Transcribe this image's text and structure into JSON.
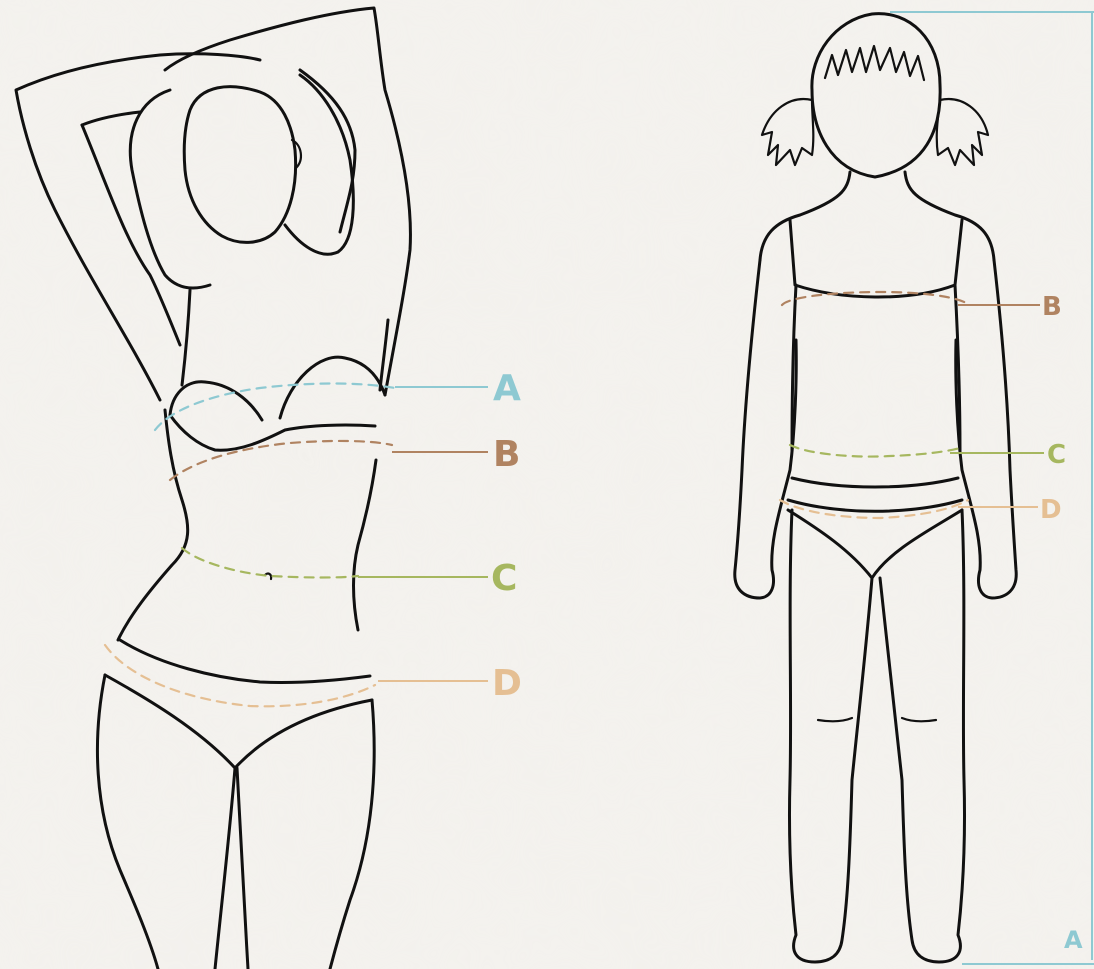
{
  "colors": {
    "background": "#f3f1ed",
    "line": "#111111",
    "A": "#8ec9d2",
    "B": "#b08361",
    "C": "#a6b75f",
    "D": "#e5bf93"
  },
  "figures": {
    "woman": {
      "labels": {
        "A": "A",
        "B": "B",
        "C": "C",
        "D": "D"
      }
    },
    "child": {
      "labels": {
        "B": "B",
        "C": "C",
        "D": "D"
      }
    }
  },
  "corner_label": "A"
}
